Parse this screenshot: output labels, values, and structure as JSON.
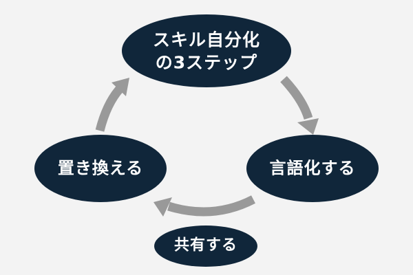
{
  "colors": {
    "background": "#f3f3f3",
    "node_fill": "#10263a",
    "node_text": "#ffffff",
    "arrow": "#999999"
  },
  "diagram": {
    "type": "cycle",
    "center": {
      "label": "スキル自分化\nの3ステップ"
    },
    "steps": [
      {
        "id": "right",
        "label": "言語化する"
      },
      {
        "id": "bottom",
        "label": "共有する"
      },
      {
        "id": "left",
        "label": "置き換える"
      }
    ],
    "arrows": [
      {
        "from": "center",
        "to": "right",
        "icon": "curved-arrow-down-right-icon"
      },
      {
        "from": "right",
        "to": "left",
        "icon": "curved-arrow-left-icon"
      },
      {
        "from": "left",
        "to": "center",
        "icon": "curved-arrow-up-right-icon"
      }
    ]
  }
}
